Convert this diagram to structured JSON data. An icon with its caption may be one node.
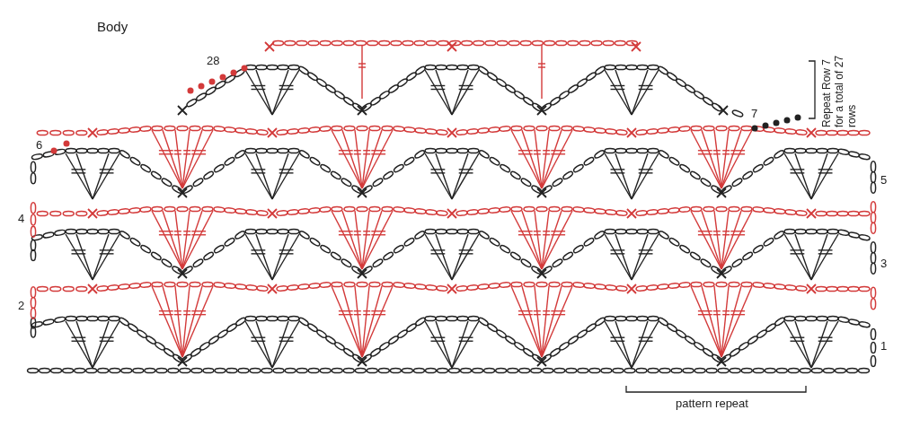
{
  "diagram": {
    "title": "Body",
    "labels": [
      "Repeat Row 7 for a total of 27 rows",
      "28",
      "7",
      "6",
      "5",
      "4",
      "3",
      "2",
      "1",
      "pattern repeat"
    ]
  }
}
